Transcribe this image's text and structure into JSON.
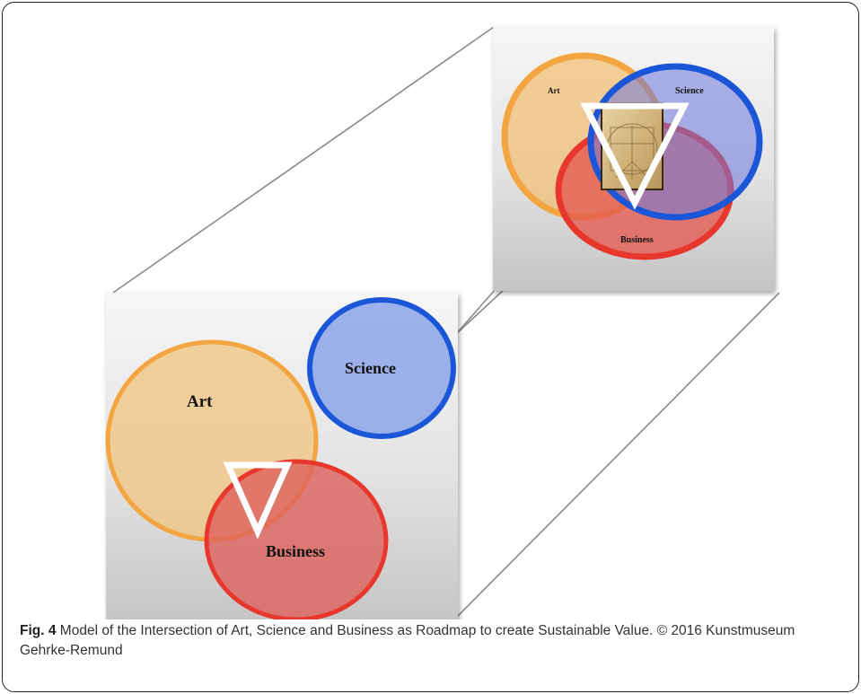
{
  "figure": {
    "large_panel": {
      "art_label": "Art",
      "science_label": "Science",
      "business_label": "Business"
    },
    "small_panel": {
      "art_label": "Art",
      "science_label": "Science",
      "business_label": "Business"
    },
    "colors": {
      "art": "#f2a540",
      "science": "#1b56d8",
      "business": "#e8382e"
    },
    "icons": [
      "triangle-marker-icon",
      "vitruvian-man-image"
    ]
  },
  "caption": {
    "label": "Fig. 4",
    "text": " Model of the Intersection of Art, Science and Business as Roadmap to create Sustainable Value. © 2016 Kunstmuseum Gehrke-Remund"
  }
}
